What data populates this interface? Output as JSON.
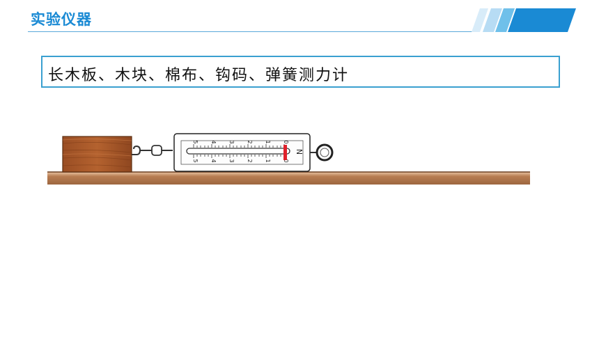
{
  "header": {
    "title": "实验仪器"
  },
  "apparatus": {
    "text": "长木板、木块、棉布、钩码、弹簧测力计"
  },
  "spring_scale": {
    "unit": "N",
    "tick_labels": [
      "5",
      "4",
      "3",
      "2",
      "1",
      "0"
    ]
  },
  "colors": {
    "accent": "#1a8ad4",
    "board": "#b57a4e",
    "block": "#a5562a",
    "scale_indicator": "#e0212b"
  }
}
